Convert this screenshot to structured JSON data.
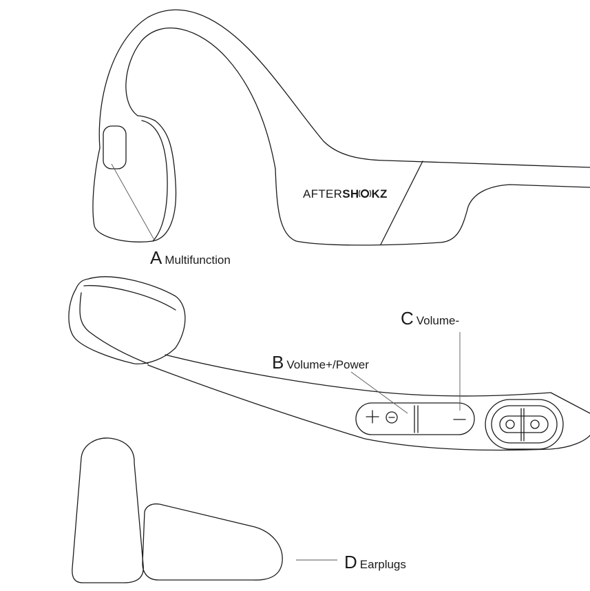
{
  "brand": {
    "thin": "AFTER",
    "bold_a": "SH",
    "bold_b": "KZ"
  },
  "labels": {
    "a": {
      "letter": "A",
      "name": "Multifunction"
    },
    "b": {
      "letter": "B",
      "name": "Volume+/Power"
    },
    "c": {
      "letter": "C",
      "name": "Volume-"
    },
    "d": {
      "letter": "D",
      "name": "Earplugs"
    }
  },
  "buttons": {
    "plus_glyph": "+",
    "minus_glyph": "–"
  }
}
